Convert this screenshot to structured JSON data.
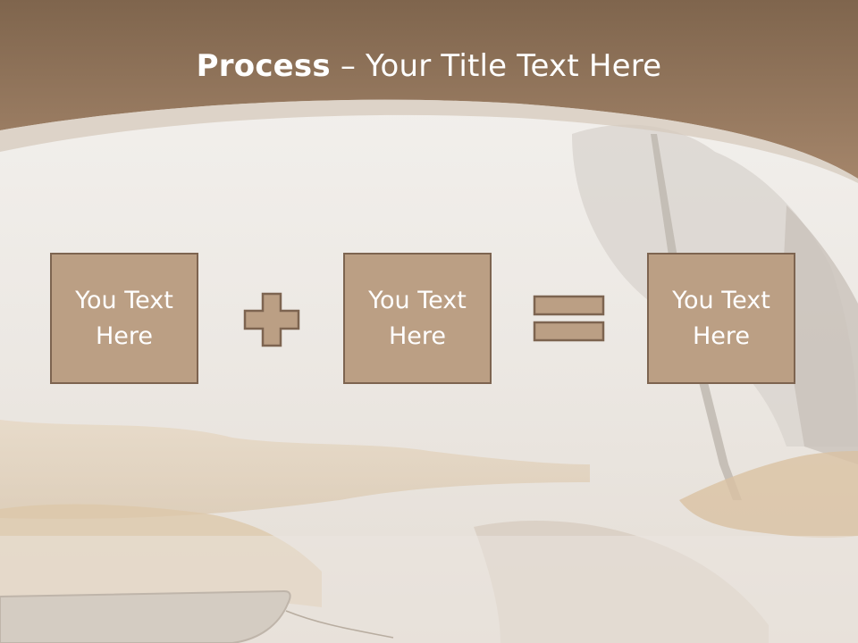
{
  "slide": {
    "title_bold": "Process",
    "title_dash": " – ",
    "title_rest": "Your Title Text Here",
    "boxes": [
      {
        "label": "You Text Here"
      },
      {
        "label": "You Text Here"
      },
      {
        "label": "You Text Here"
      }
    ],
    "operators": [
      "plus-icon",
      "equals-icon"
    ]
  },
  "colors": {
    "header": "#93765a",
    "box_fill": "#bb9f84",
    "box_border": "#7d6450",
    "text": "#ffffff",
    "background": "#f1efec"
  }
}
